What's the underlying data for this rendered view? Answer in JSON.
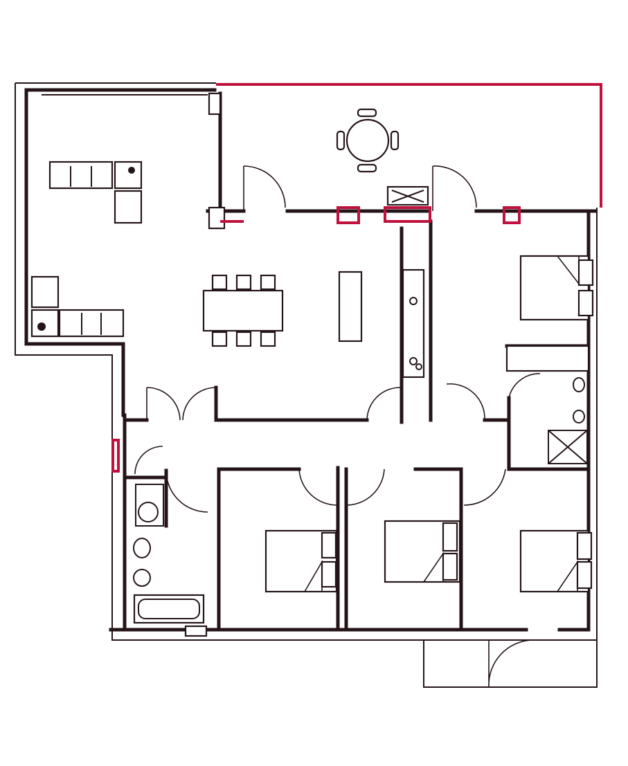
{
  "colors": {
    "wall": "#241418",
    "accent_window": "#c0103c"
  },
  "icons": [
    "sofa-icon",
    "dining-table-icon",
    "bed-icon",
    "toilet-icon",
    "sink-icon",
    "shower-icon",
    "bathtub-icon",
    "door-swing-icon",
    "round-table-icon",
    "hob-icon"
  ],
  "plan": {
    "rooms": [
      "living-room",
      "terrace",
      "kitchen-dining",
      "bedroom",
      "bedroom",
      "bedroom",
      "bedroom",
      "bathroom",
      "ensuite",
      "hallway",
      "entrance-porch"
    ]
  }
}
